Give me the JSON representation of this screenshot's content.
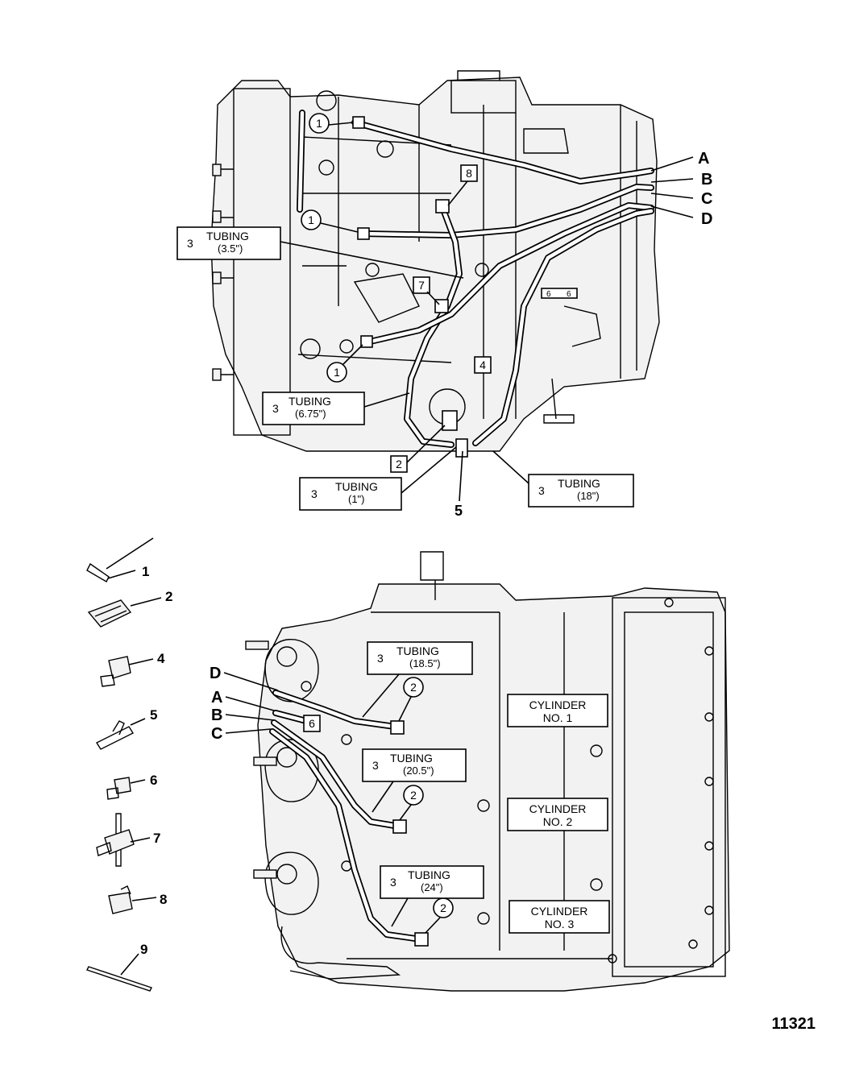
{
  "figure_number": "11321",
  "tube_letters": [
    "A",
    "B",
    "C",
    "D"
  ],
  "top_view": {
    "tubing_labels": [
      {
        "qty": "3",
        "word": "TUBING",
        "len": "(3.5\")"
      },
      {
        "qty": "3",
        "word": "TUBING",
        "len": "(6.75\")"
      },
      {
        "qty": "3",
        "word": "TUBING",
        "len": "(1\")"
      },
      {
        "qty": "3",
        "word": "TUBING",
        "len": "(18\")"
      }
    ],
    "circled_refs": [
      "1",
      "1",
      "1"
    ],
    "boxed_refs": [
      "8",
      "7",
      "4",
      "2"
    ],
    "plain_refs": [
      "5"
    ],
    "fitting_marks": [
      "6",
      "6"
    ]
  },
  "bottom_view": {
    "tubing_labels": [
      {
        "qty": "3",
        "word": "TUBING",
        "len": "(18.5\")"
      },
      {
        "qty": "3",
        "word": "TUBING",
        "len": "(20.5\")"
      },
      {
        "qty": "3",
        "word": "TUBING",
        "len": "(24\")"
      }
    ],
    "cylinder_labels": [
      {
        "line1": "CYLINDER",
        "line2": "NO. 1"
      },
      {
        "line1": "CYLINDER",
        "line2": "NO. 2"
      },
      {
        "line1": "CYLINDER",
        "line2": "NO. 3"
      }
    ],
    "circled_refs": [
      "2",
      "2",
      "2"
    ],
    "boxed_refs": [
      "6"
    ]
  },
  "parts_legend": [
    "1",
    "2",
    "4",
    "5",
    "6",
    "7",
    "8",
    "9"
  ]
}
